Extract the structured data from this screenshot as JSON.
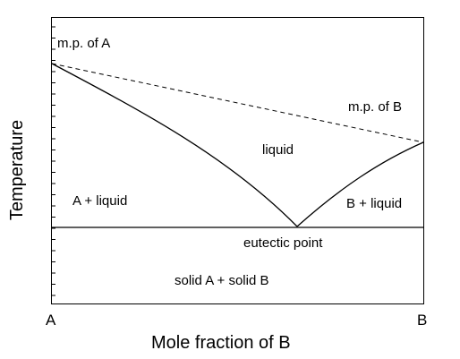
{
  "diagram": {
    "labels": {
      "mp_a": "m.p. of A",
      "mp_b": "m.p. of B",
      "liquid": "liquid",
      "a_liquid": "A + liquid",
      "b_liquid": "B + liquid",
      "eutectic": "eutectic point",
      "solid": "solid A + solid B"
    },
    "axes": {
      "x_left": "A",
      "x_right": "B",
      "x_title": "Mole fraction of B",
      "y_title": "Temperature"
    },
    "colors": {
      "line": "#000000",
      "background": "#ffffff"
    }
  }
}
